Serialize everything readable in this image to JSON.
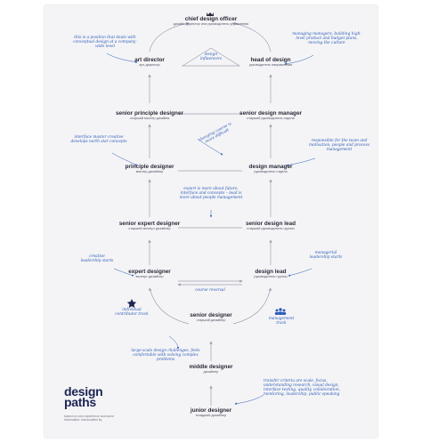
{
  "brand": {
    "title_line1": "design",
    "title_line2": "paths",
    "subtitle": "based on own experience and some information: transcrafted by"
  },
  "nodes": [
    {
      "key": "cdo",
      "title": "chief design officer",
      "sub": "дизайн-директор или руководитель управления"
    },
    {
      "key": "ad",
      "title": "art director",
      "sub": "арт-директор"
    },
    {
      "key": "hod",
      "title": "head of design",
      "sub": "руководитель направления"
    },
    {
      "key": "spd",
      "title": "senior principle designer",
      "sub": "старший мастер дизайна"
    },
    {
      "key": "sdm",
      "title": "senior design manager",
      "sub": "старший руководитель отдела"
    },
    {
      "key": "pd",
      "title": "principle designer",
      "sub": "мастер-дизайнер"
    },
    {
      "key": "dm",
      "title": "design manager",
      "sub": "руководитель отдела"
    },
    {
      "key": "sed",
      "title": "senior expert designer",
      "sub": "старший эксперт дизайнер"
    },
    {
      "key": "sdl",
      "title": "senior design lead",
      "sub": "старший руководитель группы"
    },
    {
      "key": "ed",
      "title": "expert designer",
      "sub": "эксперт дизайнер"
    },
    {
      "key": "dl",
      "title": "design lead",
      "sub": "руководитель группы"
    },
    {
      "key": "sd",
      "title": "senior designer",
      "sub": "старший дизайнер"
    },
    {
      "key": "md",
      "title": "middle designer",
      "sub": "дизайнер"
    },
    {
      "key": "jd",
      "title": "junior designer",
      "sub": "младший дизайнер"
    }
  ],
  "notes": {
    "influencers": "design influencers",
    "ad_note": "this is a position that deals with conceptual design at a company-wide level",
    "hod_note": "managing managers, building high-level product and budget plans, moving the culture",
    "master_note": "interface master creative develops north star concepts",
    "change_note": "changing course is more difficult",
    "team_note": "responsible for the team and motivation, people and process management",
    "expert_note": "expert is more about future, interface and concepts – lead is more about people management",
    "creative_note": "creative leadership starts",
    "managerial_note": "managerial leadership starts",
    "reversal_note": "course reversal",
    "ic_label": "individual contributor track",
    "mgmt_label": "management track",
    "large_scale_note": "large-scale design challenges, feels comfortable with solving complex problems",
    "transfer_note": "transfer criteria are scale, focus, understanding research, visual design, interface testing, quality, collaboration, mentoring, leadership, public speaking"
  },
  "colors": {
    "line": "#9ea2b0",
    "note": "#2c5cb8",
    "node": "#2a2a3a",
    "brand": "#1c2452"
  }
}
